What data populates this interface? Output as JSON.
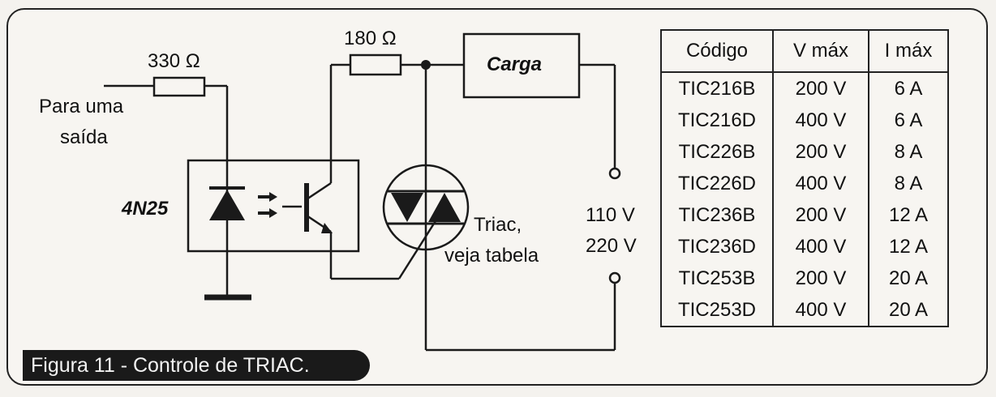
{
  "labels": {
    "r1": "330 Ω",
    "r2": "180 Ω",
    "input_line1": "Para uma",
    "input_line2": "saída",
    "optocoupler": "4N25",
    "load": "Carga",
    "triac_line1": "Triac,",
    "triac_line2": "veja tabela",
    "voltage1": "110 V",
    "voltage2": "220 V"
  },
  "caption": "Figura 11 - Controle de TRIAC.",
  "table": {
    "headers": [
      "Código",
      "V máx",
      "I máx"
    ],
    "rows": [
      [
        "TIC216B",
        "200 V",
        "6 A"
      ],
      [
        "TIC216D",
        "400 V",
        "6 A"
      ],
      [
        "TIC226B",
        "200 V",
        "8 A"
      ],
      [
        "TIC226D",
        "400 V",
        "8 A"
      ],
      [
        "TIC236B",
        "200 V",
        "12 A"
      ],
      [
        "TIC236D",
        "400 V",
        "12 A"
      ],
      [
        "TIC253B",
        "200 V",
        "20 A"
      ],
      [
        "TIC253D",
        "400 V",
        "20 A"
      ]
    ]
  }
}
